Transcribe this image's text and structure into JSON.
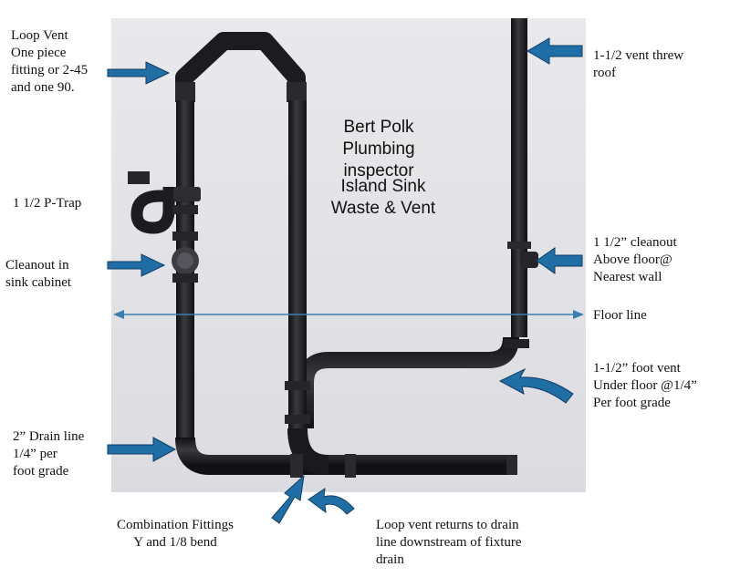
{
  "title": {
    "author_line": "Bert Polk\nPlumbing inspector",
    "subject_line": "Island Sink\nWaste & Vent"
  },
  "labels": {
    "loop_vent": "Loop Vent\nOne piece\nfitting or 2-45\nand one 90.",
    "vent_roof": "1-1/2 vent threw\nroof",
    "p_trap": "1 1/2 P-Trap",
    "cleanout_cabinet": "Cleanout in\nsink cabinet",
    "cleanout_floor": "1 1/2” cleanout\nAbove floor@\nNearest wall",
    "floor_line": "Floor line",
    "foot_vent": "1-1/2” foot vent\nUnder floor @1/4”\nPer foot grade",
    "drain_line": "2” Drain line\n1/4” per\nfoot grade",
    "combination": "Combination Fittings\nY and 1/8 bend",
    "loop_return": "Loop vent returns to drain\nline downstream of fixture\ndrain"
  },
  "colors": {
    "pipe": "#1f1f22",
    "arrow": "#1f6fa6",
    "floor_line": "#3a7fb0",
    "background": "#e4e4e8"
  }
}
